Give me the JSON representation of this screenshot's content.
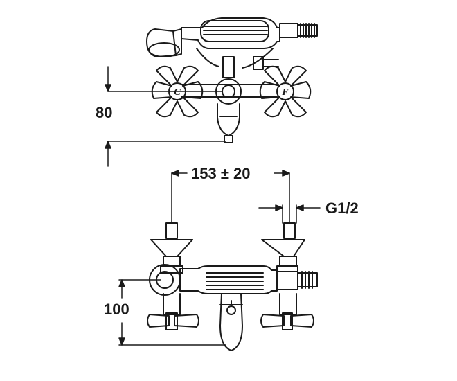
{
  "dimensions": {
    "side_height": "80",
    "center_distance": "153 ± 20",
    "thread_size": "G1/2",
    "front_height": "100"
  },
  "handle_marks": {
    "cold": "C",
    "hot": "F"
  }
}
